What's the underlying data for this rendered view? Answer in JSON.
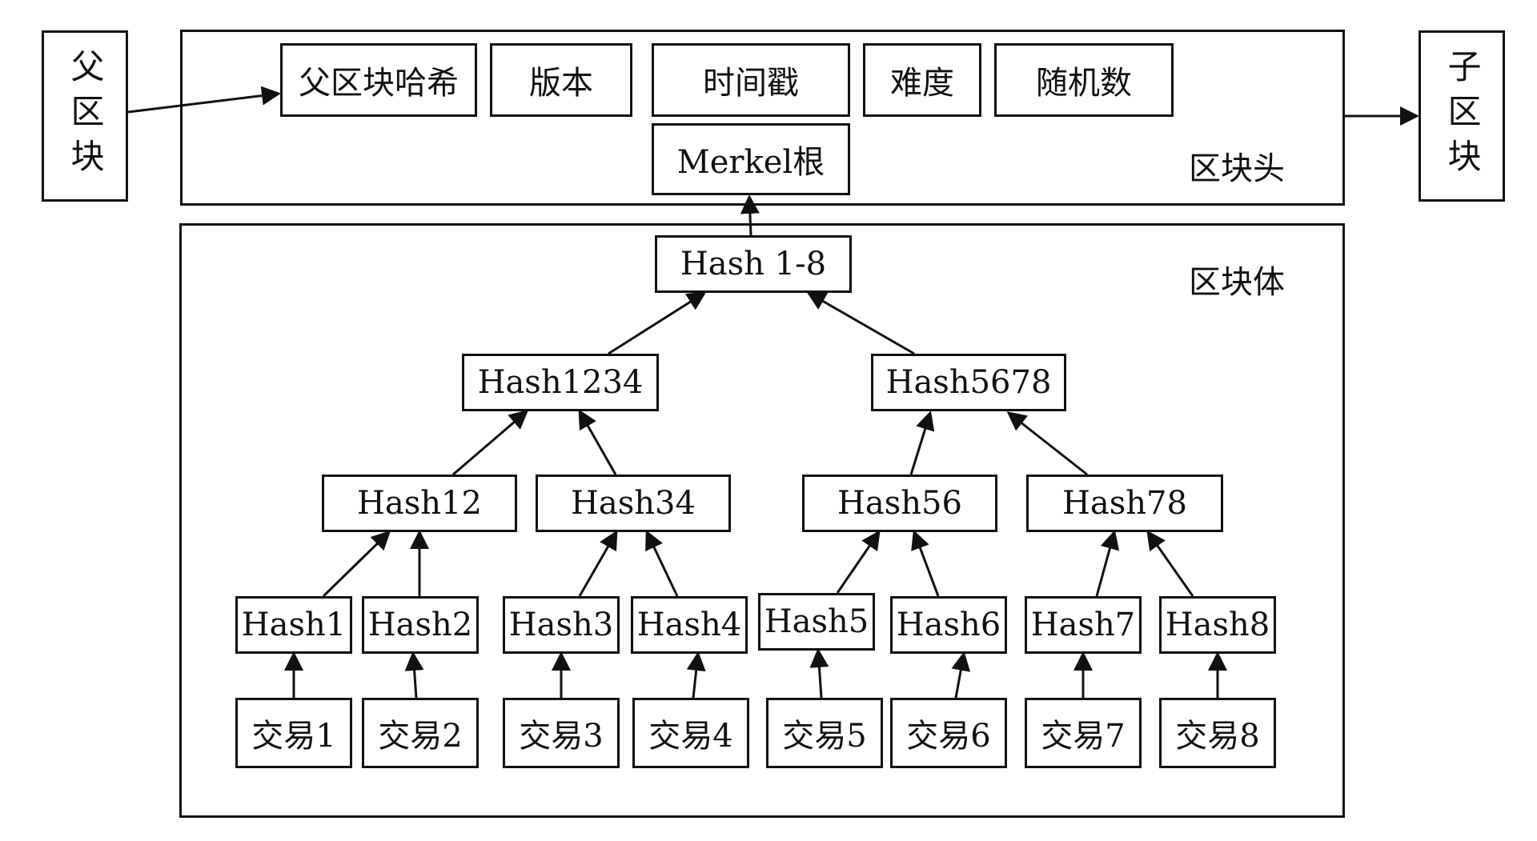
{
  "external": {
    "parent_block": "父区块",
    "child_block": "子区块"
  },
  "header": {
    "region_label": "区块头",
    "fields": {
      "parent_hash": "父区块哈希",
      "version": "版本",
      "timestamp": "时间戳",
      "difficulty": "难度",
      "nonce": "随机数",
      "merkle_root": "Merkel根"
    }
  },
  "body": {
    "region_label": "区块体",
    "tree": {
      "root": "Hash 1-8",
      "level2": [
        "Hash1234",
        "Hash5678"
      ],
      "level3": [
        "Hash12",
        "Hash34",
        "Hash56",
        "Hash78"
      ],
      "leaves": [
        "Hash1",
        "Hash2",
        "Hash3",
        "Hash4",
        "Hash5",
        "Hash6",
        "Hash7",
        "Hash8"
      ],
      "transactions": [
        "交易1",
        "交易2",
        "交易3",
        "交易4",
        "交易5",
        "交易6",
        "交易7",
        "交易8"
      ]
    }
  }
}
